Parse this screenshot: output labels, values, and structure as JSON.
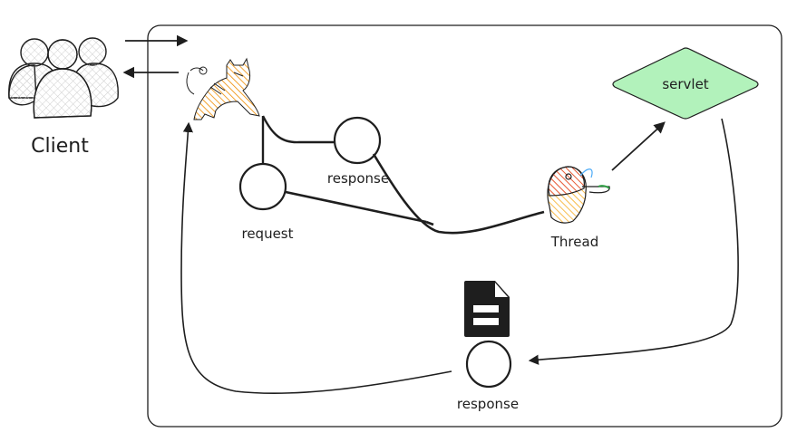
{
  "diagram": {
    "client": {
      "label": "Client",
      "icon": "users-group-icon"
    },
    "tomcat": {
      "icon": "tomcat-cat-icon"
    },
    "request_node": {
      "label": "request"
    },
    "response_node_top": {
      "label": "response"
    },
    "thread": {
      "label": "Thread",
      "icon": "parrot-thread-icon"
    },
    "servlet": {
      "label": "servlet",
      "fill": "#b2f2bb"
    },
    "response_node_bottom": {
      "label": "response",
      "icon": "document-icon"
    }
  },
  "colors": {
    "stroke": "#1e1e1e",
    "servlet_fill": "#b2f2bb",
    "cat_orange": "#f08c00",
    "thread_red": "#e03131",
    "thread_yellow": "#f08c00"
  }
}
